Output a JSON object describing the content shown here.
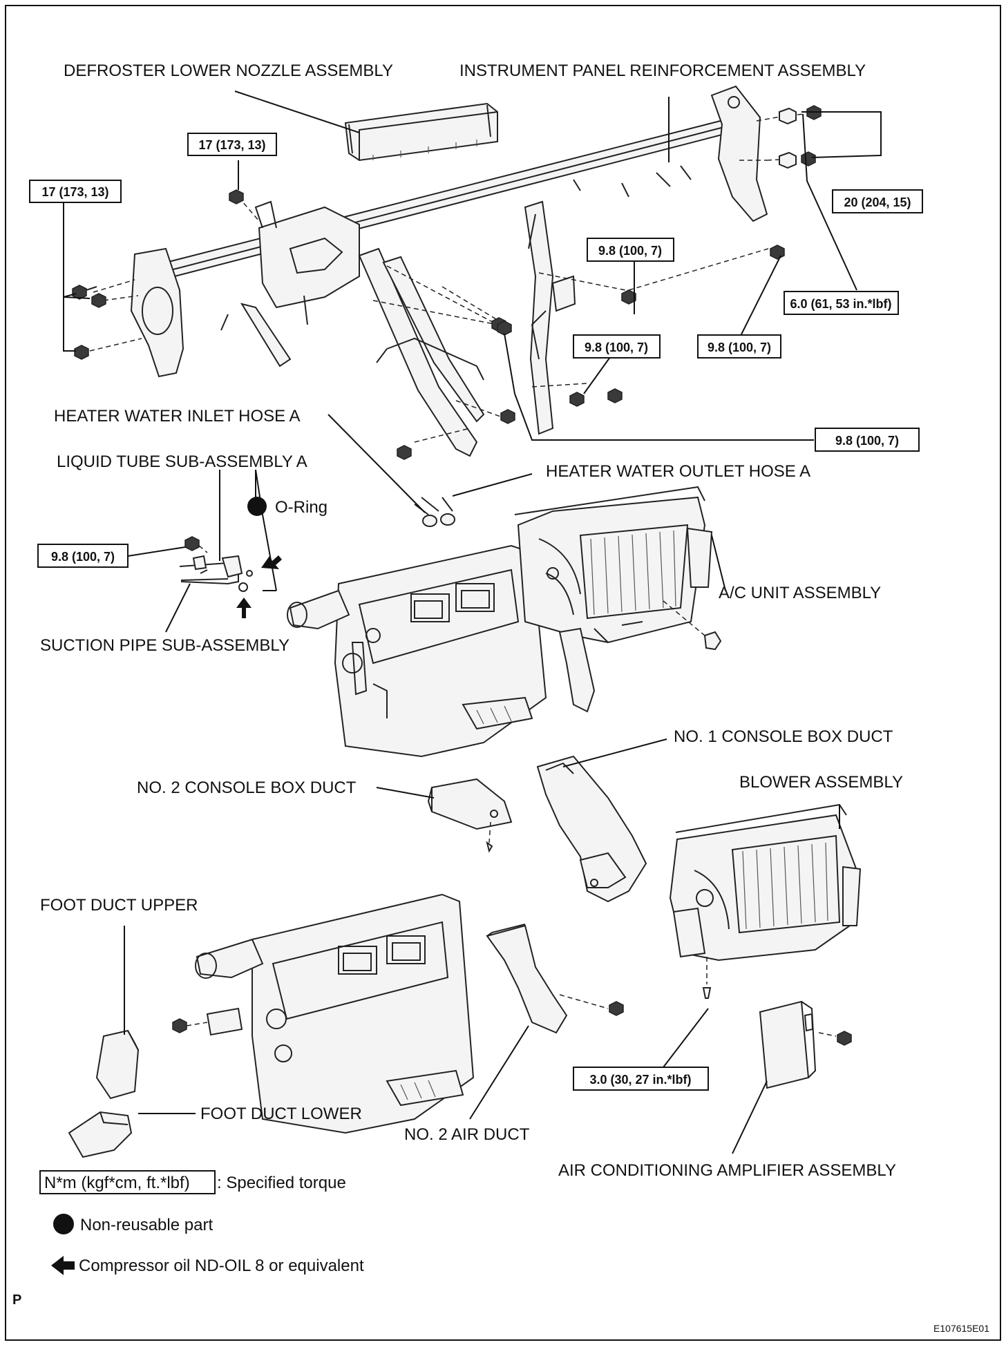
{
  "labels": {
    "defroster_lower_nozzle": "DEFROSTER LOWER NOZZLE ASSEMBLY",
    "instrument_panel_reinforcement": "INSTRUMENT PANEL REINFORCEMENT ASSEMBLY",
    "heater_water_inlet_hose": "HEATER WATER INLET HOSE A",
    "liquid_tube": "LIQUID TUBE SUB-ASSEMBLY A",
    "heater_water_outlet_hose": "HEATER WATER OUTLET HOSE A",
    "o_ring": "O-Ring",
    "ac_unit": "A/C UNIT ASSEMBLY",
    "suction_pipe": "SUCTION PIPE SUB-ASSEMBLY",
    "no1_console_box_duct": "NO. 1 CONSOLE BOX DUCT",
    "no2_console_box_duct": "NO. 2 CONSOLE BOX DUCT",
    "blower_assembly": "BLOWER ASSEMBLY",
    "foot_duct_upper": "FOOT DUCT UPPER",
    "foot_duct_lower": "FOOT DUCT LOWER",
    "no2_air_duct": "NO. 2 AIR DUCT",
    "ac_amplifier": "AIR CONDITIONING AMPLIFIER ASSEMBLY"
  },
  "torques": {
    "t_17_a": "17 (173, 13)",
    "t_17_b": "17 (173, 13)",
    "t_20": "20 (204, 15)",
    "t_98_a": "9.8 (100, 7)",
    "t_60": "6.0 (61, 53 in.*lbf)",
    "t_98_b": "9.8 (100, 7)",
    "t_98_c": "9.8 (100, 7)",
    "t_98_d": "9.8 (100, 7)",
    "t_98_e": "9.8 (100, 7)",
    "t_30": "3.0 (30, 27 in.*lbf)"
  },
  "legend": {
    "torque_units": "N*m (kgf*cm, ft.*lbf)",
    "torque_desc": ": Specified torque",
    "non_reusable": "Non-reusable part",
    "compressor_oil": "Compressor oil ND-OIL 8 or equivalent"
  },
  "page_letter": "P",
  "figure_id": "E107615E01"
}
